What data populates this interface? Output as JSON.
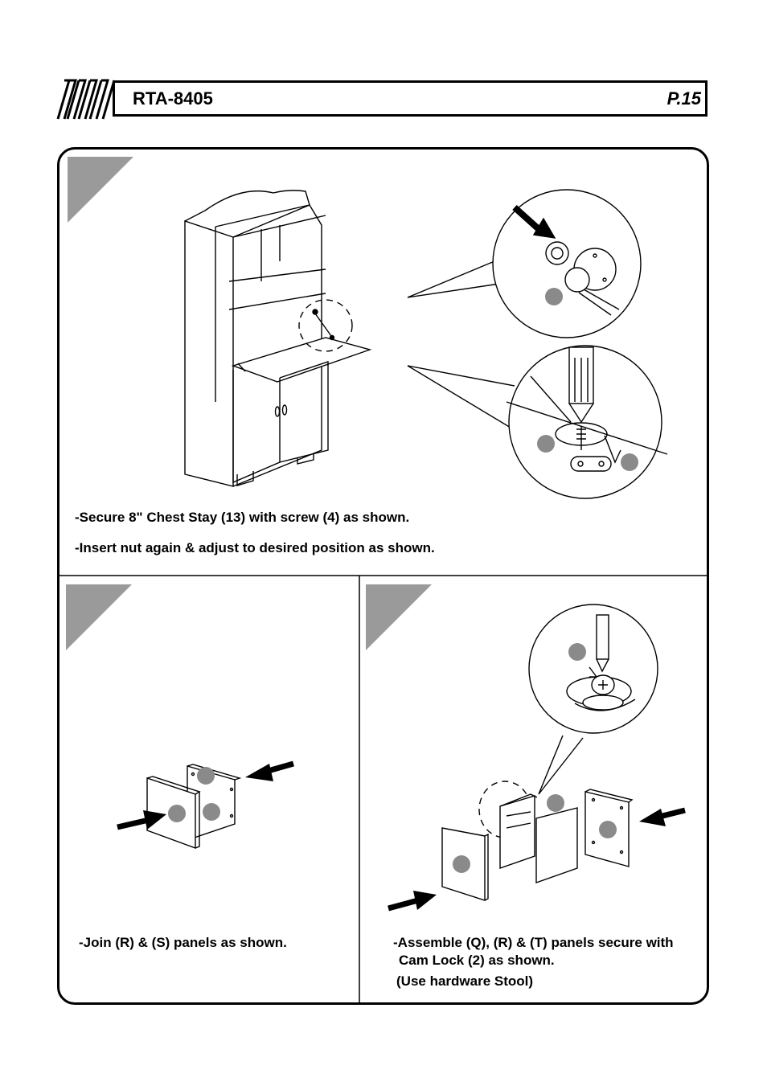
{
  "header": {
    "model": "RTA-8405",
    "page": "P.15"
  },
  "step_top": {
    "line1": "-Secure 8\" Chest Stay (13) with screw (4) as shown.",
    "line2": "-Insert nut again & adjust to desired position as shown."
  },
  "step_left": {
    "line1": "-Join (R) & (S) panels as shown."
  },
  "step_right": {
    "line1": "-Assemble (Q), (R) & (T) panels secure with",
    "line2": "Cam Lock (2) as shown.",
    "line3": "(Use hardware Stool)"
  },
  "colors": {
    "ink": "#000000",
    "marker_gray": "#9a9a9a",
    "badge_gray": "#8a8a8a"
  }
}
